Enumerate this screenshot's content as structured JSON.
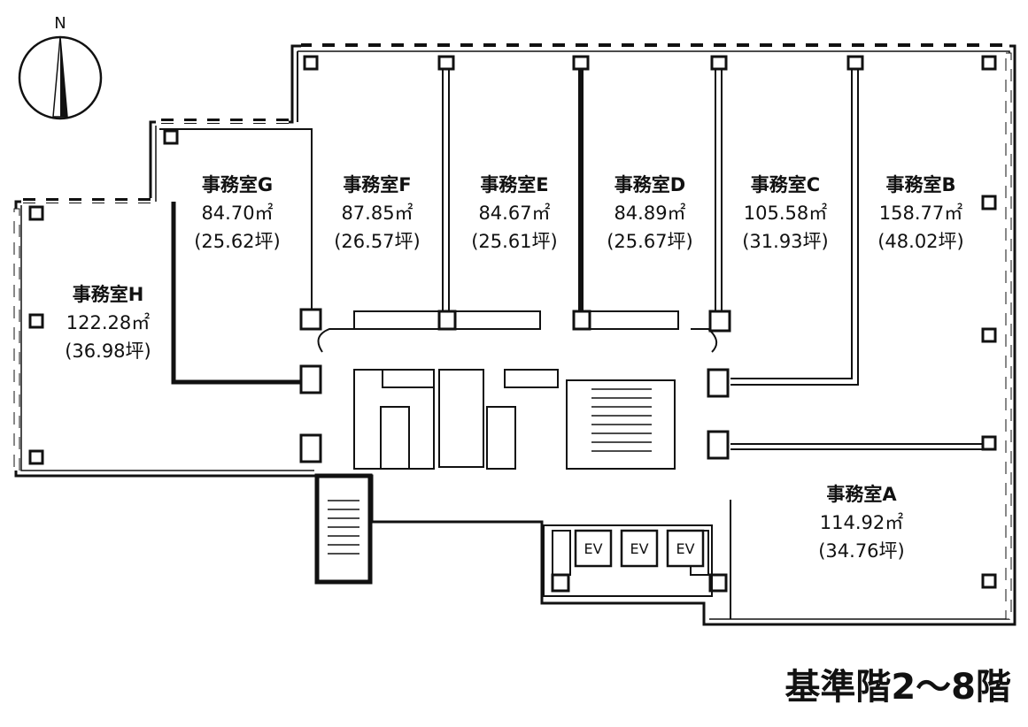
{
  "floor_title": "基準階2〜8階",
  "north": {
    "label": "N",
    "icon": "north-arrow-icon"
  },
  "rooms": [
    {
      "id": "G",
      "name": "事務室G",
      "area": "84.70㎡",
      "tsubo": "(25.62坪)"
    },
    {
      "id": "F",
      "name": "事務室F",
      "area": "87.85㎡",
      "tsubo": "(26.57坪)"
    },
    {
      "id": "E",
      "name": "事務室E",
      "area": "84.67㎡",
      "tsubo": "(25.61坪)"
    },
    {
      "id": "D",
      "name": "事務室D",
      "area": "84.89㎡",
      "tsubo": "(25.67坪)"
    },
    {
      "id": "C",
      "name": "事務室C",
      "area": "105.58㎡",
      "tsubo": "(31.93坪)"
    },
    {
      "id": "B",
      "name": "事務室B",
      "area": "158.77㎡",
      "tsubo": "(48.02坪)"
    },
    {
      "id": "H",
      "name": "事務室H",
      "area": "122.28㎡",
      "tsubo": "(36.98坪)"
    },
    {
      "id": "A",
      "name": "事務室A",
      "area": "114.92㎡",
      "tsubo": "(34.76坪)"
    }
  ],
  "elevators": [
    {
      "label": "EV"
    },
    {
      "label": "EV"
    },
    {
      "label": "EV"
    }
  ],
  "colors": {
    "line": "#111111",
    "background": "#ffffff"
  }
}
